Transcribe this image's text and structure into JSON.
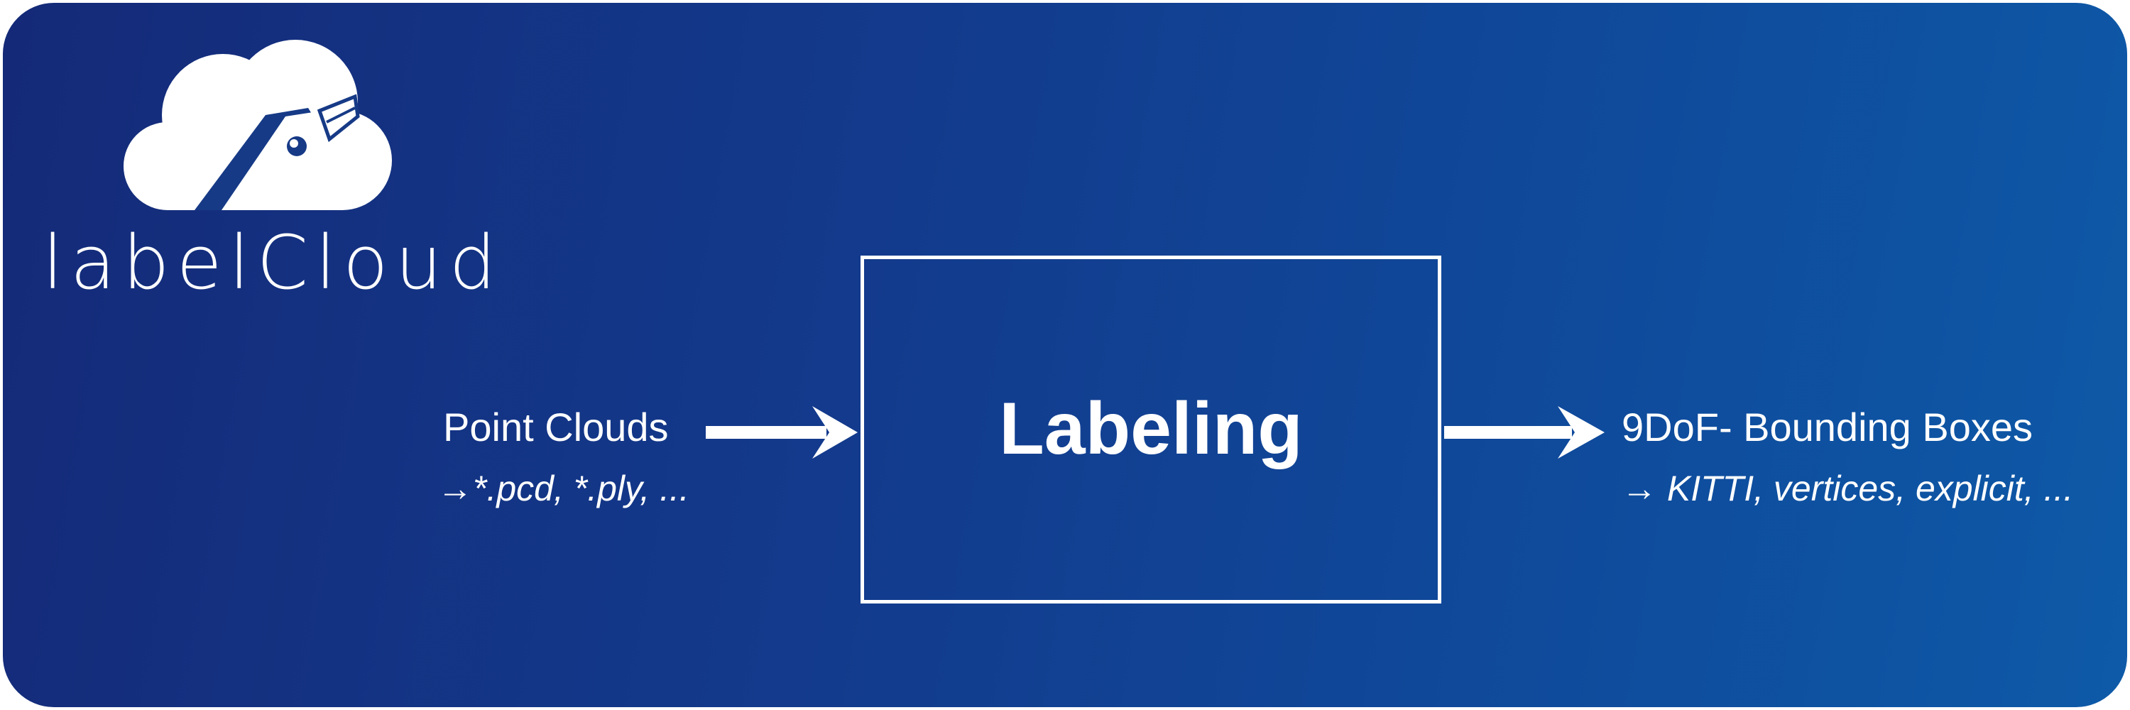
{
  "logo": {
    "icon": "cloud-with-eye-icon",
    "text": "labelCloud"
  },
  "input": {
    "title": "Point Clouds",
    "formats": "→*.pcd, *.ply, ..."
  },
  "process": {
    "label": "Labeling"
  },
  "output": {
    "title": "9DoF- Bounding Boxes",
    "formats": "→ KITTI, vertices, explicit, ..."
  },
  "colors": {
    "background_start": "#142a78",
    "background_end": "#0e5aa8",
    "foreground": "#ffffff"
  }
}
